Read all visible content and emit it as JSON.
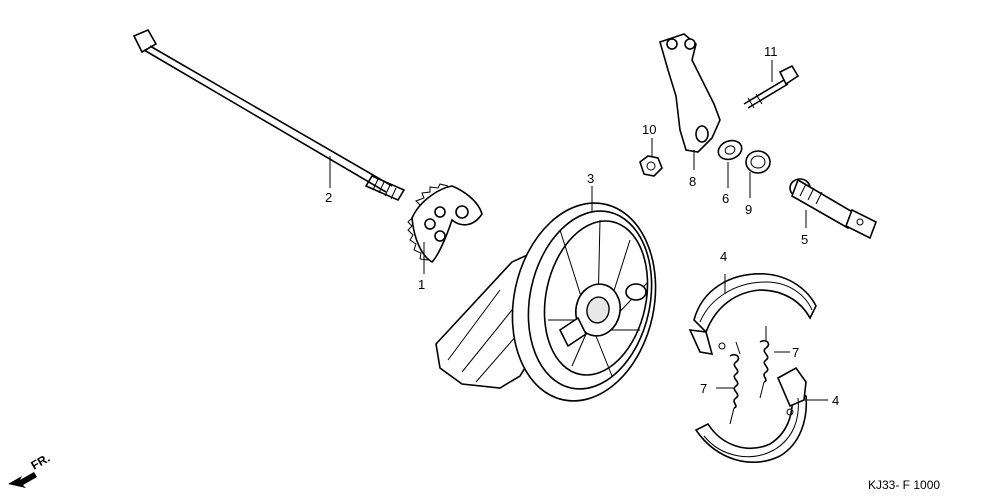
{
  "diagram": {
    "parts": [
      {
        "id": "1",
        "label": "1"
      },
      {
        "id": "2",
        "label": "2"
      },
      {
        "id": "3",
        "label": "3"
      },
      {
        "id": "4a",
        "label": "4"
      },
      {
        "id": "4b",
        "label": "4"
      },
      {
        "id": "5",
        "label": "5"
      },
      {
        "id": "6",
        "label": "6"
      },
      {
        "id": "7a",
        "label": "7"
      },
      {
        "id": "7b",
        "label": "7"
      },
      {
        "id": "8",
        "label": "8"
      },
      {
        "id": "9",
        "label": "9"
      },
      {
        "id": "10",
        "label": "10"
      },
      {
        "id": "11",
        "label": "11"
      }
    ],
    "direction_marker": "FR.",
    "drawing_code": "KJ33- F 1000"
  }
}
